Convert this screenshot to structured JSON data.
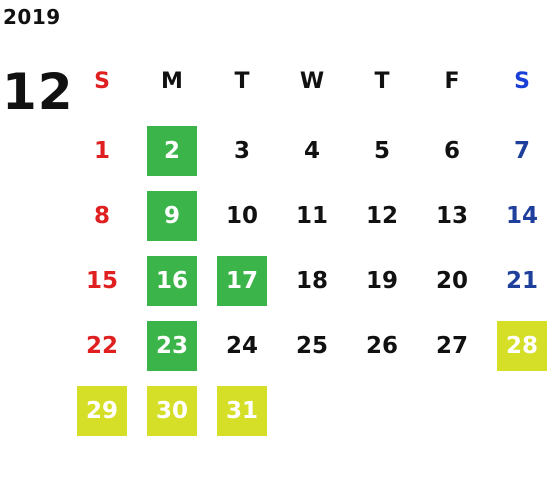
{
  "calendar": {
    "year": "2019",
    "month": "12",
    "weekdays": [
      "S",
      "M",
      "T",
      "W",
      "T",
      "F",
      "S"
    ],
    "colors": {
      "sunday": "#e02020",
      "saturday": "#1f3f9c",
      "weekday": "#111111",
      "green_highlight": "#3bb54a",
      "yellow_highlight": "#d5df27",
      "highlight_text": "#ffffff"
    },
    "weeks": [
      [
        {
          "day": "1",
          "highlight": "none"
        },
        {
          "day": "2",
          "highlight": "green"
        },
        {
          "day": "3",
          "highlight": "none"
        },
        {
          "day": "4",
          "highlight": "none"
        },
        {
          "day": "5",
          "highlight": "none"
        },
        {
          "day": "6",
          "highlight": "none"
        },
        {
          "day": "7",
          "highlight": "none"
        }
      ],
      [
        {
          "day": "8",
          "highlight": "none"
        },
        {
          "day": "9",
          "highlight": "green"
        },
        {
          "day": "10",
          "highlight": "none"
        },
        {
          "day": "11",
          "highlight": "none"
        },
        {
          "day": "12",
          "highlight": "none"
        },
        {
          "day": "13",
          "highlight": "none"
        },
        {
          "day": "14",
          "highlight": "none"
        }
      ],
      [
        {
          "day": "15",
          "highlight": "none"
        },
        {
          "day": "16",
          "highlight": "green"
        },
        {
          "day": "17",
          "highlight": "green"
        },
        {
          "day": "18",
          "highlight": "none"
        },
        {
          "day": "19",
          "highlight": "none"
        },
        {
          "day": "20",
          "highlight": "none"
        },
        {
          "day": "21",
          "highlight": "none"
        }
      ],
      [
        {
          "day": "22",
          "highlight": "none"
        },
        {
          "day": "23",
          "highlight": "green"
        },
        {
          "day": "24",
          "highlight": "none"
        },
        {
          "day": "25",
          "highlight": "none"
        },
        {
          "day": "26",
          "highlight": "none"
        },
        {
          "day": "27",
          "highlight": "none"
        },
        {
          "day": "28",
          "highlight": "yellow"
        }
      ],
      [
        {
          "day": "29",
          "highlight": "yellow"
        },
        {
          "day": "30",
          "highlight": "yellow"
        },
        {
          "day": "31",
          "highlight": "yellow"
        }
      ]
    ]
  }
}
